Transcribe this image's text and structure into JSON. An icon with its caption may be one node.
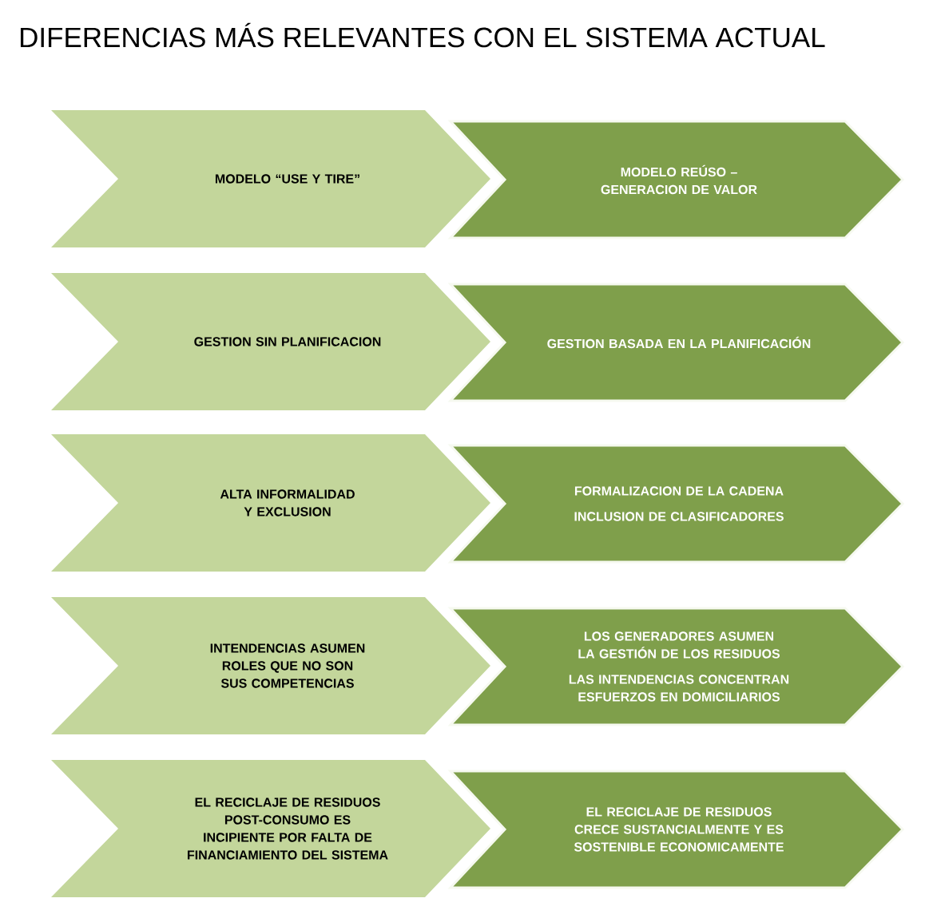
{
  "diagram": {
    "title": "DIFERENCIAS MÁS RELEVANTES CON EL SISTEMA ACTUAL",
    "nodes": [
      {
        "text": [
          "MODELO “USE Y TIRE”"
        ]
      },
      {
        "text": [
          "MODELO REÚSO – GENERACION DE VALOR"
        ]
      },
      {
        "text": [
          "GESTION SIN PLANIFICACION"
        ]
      },
      {
        "text": [
          "GESTION BASADA EN LA PLANIFICACIÓN"
        ]
      },
      {
        "text": [
          "ALTA INFORMALIDAD Y EXCLUSION"
        ]
      },
      {
        "text": [
          "FORMALIZACION DE LA CADENA",
          "INCLUSION DE CLASIFICADORES"
        ]
      },
      {
        "text": [
          "INTENDENCIAS ASUMEN ROLES QUE NO SON SUS COMPETENCIAS"
        ]
      },
      {
        "text": [
          "LOS GENERADORES ASUMEN LA GESTIÓN DE LOS RESIDUOS",
          "LAS INTENDENCIAS CONCENTRAN ESFUERZOS EN DOMICILIARIOS"
        ]
      },
      {
        "text": [
          "EL RECICLAJE DE RESIDUOS POST-CONSUMO ES INCIPIENTE POR FALTA DE FINANCIAMIENTO DEL SISTEMA"
        ]
      },
      {
        "text": [
          "EL RECICLAJE DE RESIDUOS CRECE SUSTANCIALMENTE Y ES SOSTENIBLE ECONOMICAMENTE"
        ]
      }
    ]
  }
}
